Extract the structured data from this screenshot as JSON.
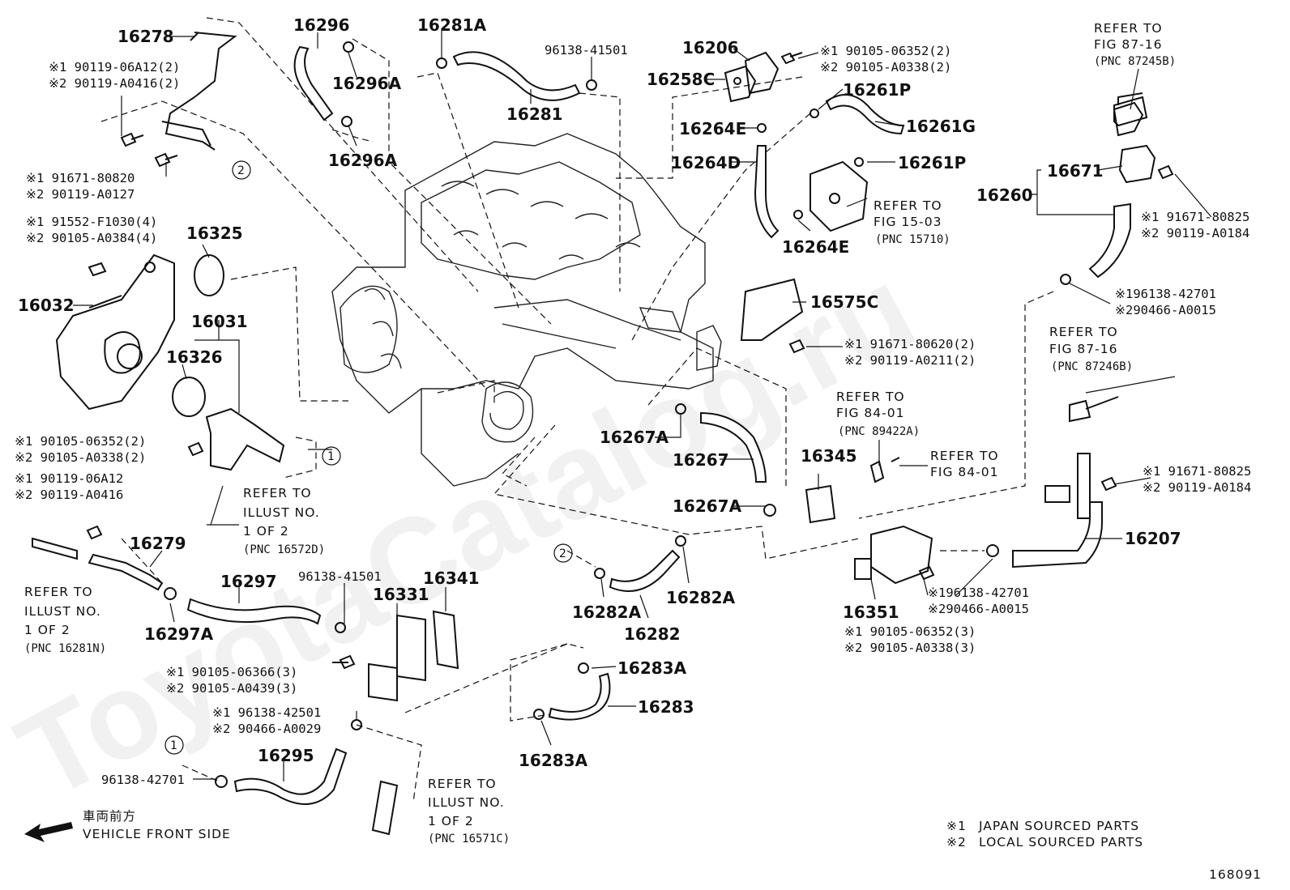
{
  "diagram_number": "168091",
  "watermark": "ToyotaCatalog.ru",
  "vehicle_front": {
    "jp": "車両前方",
    "en": "VEHICLE FRONT SIDE"
  },
  "legend": [
    {
      "mark": "※1",
      "text": "JAPAN SOURCED PARTS"
    },
    {
      "mark": "※2",
      "text": "LOCAL SOURCED PARTS"
    }
  ],
  "labels": {
    "p16278": "16278",
    "p16296": "16296",
    "p16296A_1": "16296A",
    "p16296A_2": "16296A",
    "p16281A": "16281A",
    "p16281": "16281",
    "p96138_41501_a": "96138-41501",
    "p16206": "16206",
    "p16258C": "16258C",
    "p16261P_1": "16261P",
    "p16261G": "16261G",
    "p16264E_1": "16264E",
    "p16264D": "16264D",
    "p16261P_2": "16261P",
    "p16264E_2": "16264E",
    "p16671": "16671",
    "p16260": "16260",
    "p16325": "16325",
    "p16032": "16032",
    "p16031": "16031",
    "p16326": "16326",
    "p16575C": "16575C",
    "p16345": "16345",
    "p16267A_1": "16267A",
    "p16267": "16267",
    "p16267A_2": "16267A",
    "p16279": "16279",
    "p16297": "16297",
    "p16297A": "16297A",
    "p96138_41501_b": "96138-41501",
    "p16331": "16331",
    "p16341": "16341",
    "p16282A_1": "16282A",
    "p16282A_2": "16282A",
    "p16282": "16282",
    "p16283A_1": "16283A",
    "p16283": "16283",
    "p16283A_2": "16283A",
    "p16295": "16295",
    "p96138_42701": "96138-42701",
    "p16351": "16351",
    "p16207": "16207"
  },
  "fasteners": {
    "f1a": "※1 90119-06A12(2)",
    "f1b": "※2 90119-A0416(2)",
    "f2a": "※1 91671-80820",
    "f2b": "※2 90119-A0127",
    "f3a": "※1 91552-F1030(4)",
    "f3b": "※2 90105-A0384(4)",
    "f4a": "※1 90105-06352(2)",
    "f4b": "※2 90105-A0338(2)",
    "f5a": "※1 90119-06A12",
    "f5b": "※2 90119-A0416",
    "f6a": "※1 90105-06366(3)",
    "f6b": "※2 90105-A0439(3)",
    "f7a": "※1 96138-42501",
    "f7b": "※2 90466-A0029",
    "f8a": "※1 90105-06352(2)",
    "f8b": "※2 90105-A0338(2)",
    "f9a": "※1 91671-80825",
    "f9b": "※2 90119-A0184",
    "f10a": "※196138-42701",
    "f10b": "※290466-A0015",
    "f11a": "※1 91671-80620(2)",
    "f11b": "※2 90119-A0211(2)",
    "f12a": "※1 91671-80825",
    "f12b": "※2 90119-A0184",
    "f13a": "※196138-42701",
    "f13b": "※290466-A0015",
    "f14a": "※1 90105-06352(3)",
    "f14b": "※2 90105-A0338(3)"
  },
  "refs": {
    "r1": {
      "l1": "REFER TO",
      "l2": "FIG 87-16",
      "l3": "(PNC 87245B)"
    },
    "r2": {
      "l1": "REFER TO",
      "l2": "FIG 15-03",
      "l3": "(PNC 15710)"
    },
    "r3": {
      "l1": "REFER TO",
      "l2": "FIG 87-16",
      "l3": "(PNC 87246B)"
    },
    "r4": {
      "l1": "REFER TO",
      "l2": "FIG 84-01",
      "l3": "(PNC 89422A)"
    },
    "r5": {
      "l1": "REFER TO",
      "l2": "FIG 84-01"
    },
    "r6": {
      "l1": "REFER TO",
      "l2": "ILLUST NO.",
      "l3": "1 OF 2",
      "l4": "(PNC 16572D)"
    },
    "r7": {
      "l1": "REFER TO",
      "l2": "ILLUST NO.",
      "l3": "1 OF 2",
      "l4": "(PNC 16281N)"
    },
    "r8": {
      "l1": "REFER TO",
      "l2": "ILLUST NO.",
      "l3": "1 OF 2",
      "l4": "(PNC 16571C)"
    }
  },
  "circles": {
    "c1": "1",
    "c2": "2"
  }
}
